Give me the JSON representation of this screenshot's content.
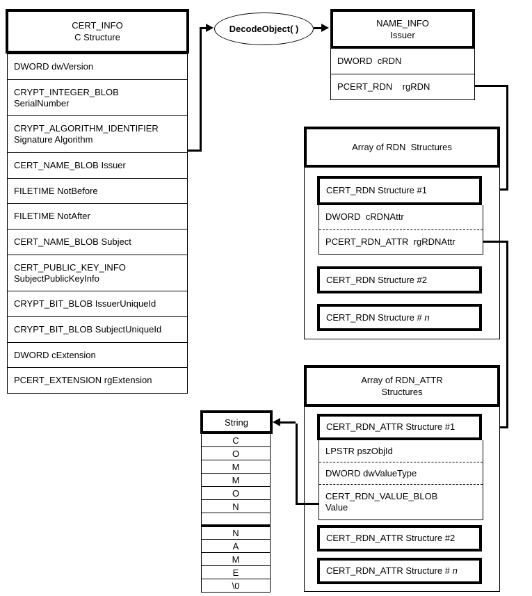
{
  "diagram": {
    "background": "#ffffff",
    "line_color": "#000000"
  },
  "cert_info": {
    "title_line1": "CERT_INFO",
    "title_line2": "C Structure",
    "fields": [
      {
        "line1": "DWORD dwVersion"
      },
      {
        "line1": "CRYPT_INTEGER_BLOB",
        "line2": "SerialNumber"
      },
      {
        "line1": "CRYPT_ALGORITHM_IDENTIFIER",
        "line2": "Signature Algorithm"
      },
      {
        "line1": "CERT_NAME_BLOB Issuer"
      },
      {
        "line1": "FILETIME NotBefore"
      },
      {
        "line1": "FILETIME NotAfter"
      },
      {
        "line1": "CERT_NAME_BLOB Subject"
      },
      {
        "line1": "CERT_PUBLIC_KEY_INFO",
        "line2": "SubjectPublicKeyInfo"
      },
      {
        "line1": "CRYPT_BIT_BLOB IssuerUniqueId"
      },
      {
        "line1": "CRYPT_BIT_BLOB SubjectUniqueId"
      },
      {
        "line1": "DWORD cExtension"
      },
      {
        "line1": "PCERT_EXTENSION rgExtension"
      }
    ]
  },
  "decode_object": {
    "label": "DecodeObject( )"
  },
  "name_info": {
    "title_line1": "NAME_INFO",
    "title_line2": "Issuer",
    "fields": [
      {
        "line1": "DWORD  cRDN"
      },
      {
        "line1": "PCERT_RDN    rgRDN"
      }
    ]
  },
  "rdn_array": {
    "title_line1": "Array of RDN  Structures",
    "struct1": {
      "title": "CERT_RDN Structure #1",
      "fields": [
        {
          "line1": "DWORD  cRDNAttr"
        },
        {
          "line1": "PCERT_RDN_ATTR  rgRDNAttr"
        }
      ]
    },
    "struct2": {
      "prefix": "CERT_RDN Structure #2",
      "italic": ""
    },
    "struct_n": {
      "prefix": "CERT_RDN Structure # ",
      "italic": "n"
    }
  },
  "rdn_attr_array": {
    "title_line1": "Array of RDN_ATTR",
    "title_line2": "Structures",
    "struct1": {
      "title": "CERT_RDN_ATTR Structure #1",
      "fields": [
        {
          "line1": "LPSTR pszObjId"
        },
        {
          "line1": "DWORD dwValueType"
        },
        {
          "line1": "CERT_RDN_VALUE_BLOB",
          "line2": "Value"
        }
      ]
    },
    "struct2": {
      "prefix": "CERT_RDN_ATTR Structure #2",
      "italic": ""
    },
    "struct_n": {
      "prefix": "CERT_RDN_ATTR Structure # ",
      "italic": "n"
    }
  },
  "string_box": {
    "title": "String",
    "chars": [
      "C",
      "O",
      "M",
      "M",
      "O",
      "N",
      " ",
      "N",
      "A",
      "M",
      "E",
      "\\0"
    ]
  }
}
